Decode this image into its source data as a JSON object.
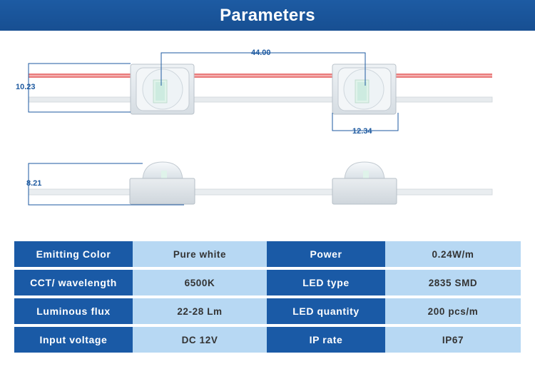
{
  "header": {
    "title": "Parameters"
  },
  "dimensions": {
    "pitch": "44.00",
    "module_height": "10.23",
    "module_width": "12.34",
    "module_thickness": "8.21"
  },
  "specs": [
    {
      "key": "Emitting Color",
      "value": "Pure white",
      "key2": "Power",
      "value2": "0.24W/m"
    },
    {
      "key": "CCT/ wavelength",
      "value": "6500K",
      "key2": "LED type",
      "value2": "2835 SMD"
    },
    {
      "key": "Luminous flux",
      "value": "22-28 Lm",
      "key2": "LED quantity",
      "value2": "200 pcs/m"
    },
    {
      "key": "Input voltage",
      "value": "DC 12V",
      "key2": "IP rate",
      "value2": "IP67"
    }
  ],
  "colors": {
    "header_bg": "#1d5ba3",
    "key_cell": "#1a5aa6",
    "value_cell": "#b7d8f3",
    "dimension": "#1e5aa0",
    "red_wire": "#e36a6a"
  }
}
